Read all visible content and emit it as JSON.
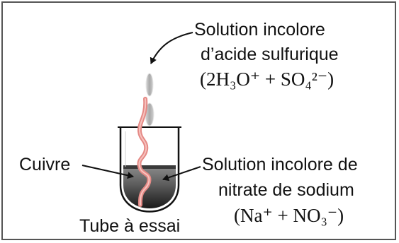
{
  "labels": {
    "acid_line1": "Solution incolore",
    "acid_line2": "d’acide sulfurique",
    "acid_formula": "(2H₃O⁺ + SO₄²⁻)",
    "copper": "Cuivre",
    "nitrate_line1": "Solution incolore de",
    "nitrate_line2": "nitrate de sodium",
    "nitrate_formula": "(Na⁺ + NO₃⁻)",
    "tube": "Tube à essai"
  },
  "colors": {
    "border": "#555555",
    "text": "#111111",
    "copper_wire": "#e58a86",
    "drop": "#b8b8b8",
    "solution_top": "#7a7a7a",
    "solution_bottom": "#1c1c1c",
    "tube_outline": "#111111"
  }
}
